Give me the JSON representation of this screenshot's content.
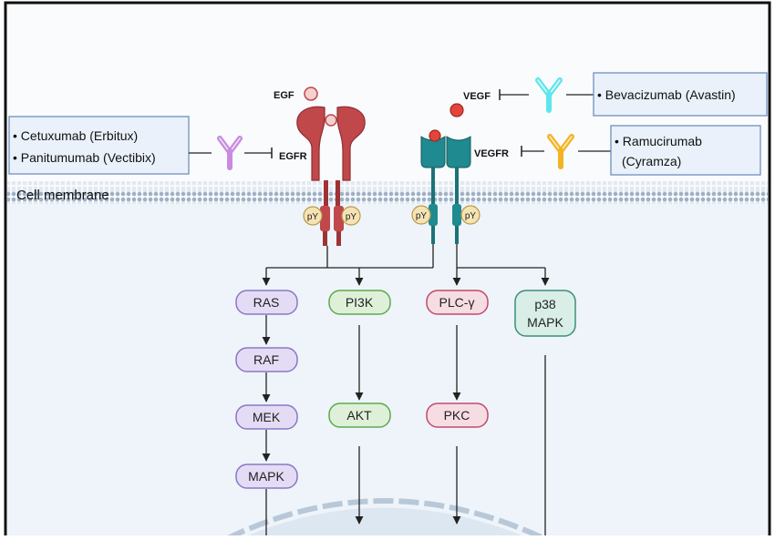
{
  "membrane": {
    "label": "Cell membrane"
  },
  "ligands": {
    "egf": "EGF",
    "vegf": "VEGF"
  },
  "receptors": {
    "egfr": "EGFR",
    "vegfr": "VEGFR",
    "phospho_label": "pY"
  },
  "drugs": {
    "egfr_box": [
      "• Cetuxumab (Erbitux)",
      "• Panitumumab (Vectibix)"
    ],
    "vegf_box": [
      "• Bevacizumab (Avastin)"
    ],
    "vegfr_box": [
      "• Ramucirumab",
      "(Cyramza)"
    ]
  },
  "pathway": {
    "ras": "RAS",
    "raf": "RAF",
    "mek": "MEK",
    "mapk": "MAPK",
    "pi3k": "PI3K",
    "akt": "AKT",
    "plcg": "PLC-γ",
    "pkc": "PKC",
    "p38": [
      "p38",
      "MAPK"
    ]
  },
  "colors": {
    "egfr": "#c0474a",
    "vegfr": "#1f8a8f",
    "ras_group": "#8a78c4",
    "pi3k_group": "#5ea94f",
    "plc_group": "#c24a6a",
    "p38_group": "#3d8f77",
    "antibody_egfr": "#c88be0",
    "antibody_vegf": "#5de6ec",
    "antibody_vegfr": "#f4b321"
  }
}
